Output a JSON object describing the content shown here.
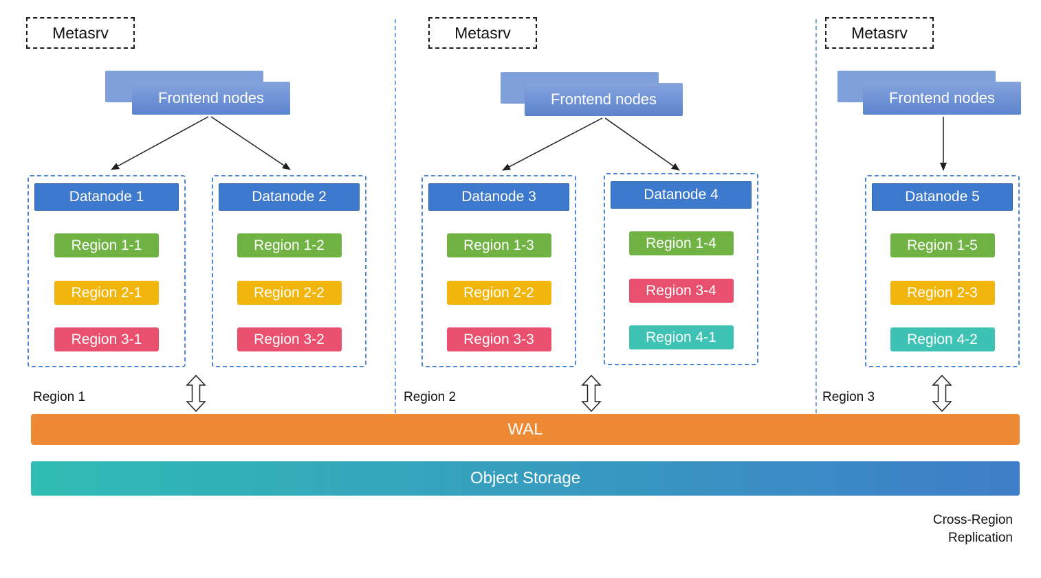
{
  "colors": {
    "green": "#70b244",
    "yellow": "#f2b50c",
    "red": "#e8506e",
    "teal": "#3ec2b3",
    "datanode_header": "#3d79cc",
    "wal_orange": "#ee8a35",
    "storage_teal": "#2fbdb4",
    "storage_blue": "#3e7dc9",
    "frontend_blue": "#5b83cd"
  },
  "regions": [
    {
      "label": "Region 1",
      "metasrv_label": "Metasrv",
      "frontend_label": "Frontend nodes",
      "datanodes": [
        {
          "title": "Datanode 1",
          "chips": [
            {
              "label": "Region 1-1",
              "color": "green"
            },
            {
              "label": "Region 2-1",
              "color": "yellow"
            },
            {
              "label": "Region 3-1",
              "color": "red"
            }
          ]
        },
        {
          "title": "Datanode 2",
          "chips": [
            {
              "label": "Region 1-2",
              "color": "green"
            },
            {
              "label": "Region 2-2",
              "color": "yellow"
            },
            {
              "label": "Region 3-2",
              "color": "red"
            }
          ]
        }
      ]
    },
    {
      "label": "Region 2",
      "metasrv_label": "Metasrv",
      "frontend_label": "Frontend nodes",
      "datanodes": [
        {
          "title": "Datanode 3",
          "chips": [
            {
              "label": "Region 1-3",
              "color": "green"
            },
            {
              "label": "Region 2-2",
              "color": "yellow"
            },
            {
              "label": "Region 3-3",
              "color": "red"
            }
          ]
        },
        {
          "title": "Datanode 4",
          "chips": [
            {
              "label": "Region 1-4",
              "color": "green"
            },
            {
              "label": "Region 3-4",
              "color": "red"
            },
            {
              "label": "Region 4-1",
              "color": "teal"
            }
          ]
        }
      ]
    },
    {
      "label": "Region 3",
      "metasrv_label": "Metasrv",
      "frontend_label": "Frontend nodes",
      "datanodes": [
        {
          "title": "Datanode 5",
          "chips": [
            {
              "label": "Region 1-5",
              "color": "green"
            },
            {
              "label": "Region 2-3",
              "color": "yellow"
            },
            {
              "label": "Region 4-2",
              "color": "teal"
            }
          ]
        }
      ]
    }
  ],
  "wal": {
    "label": "WAL"
  },
  "object_storage": {
    "label": "Object Storage"
  },
  "footnote": {
    "line1": "Cross-Region",
    "line2": "Replication"
  }
}
